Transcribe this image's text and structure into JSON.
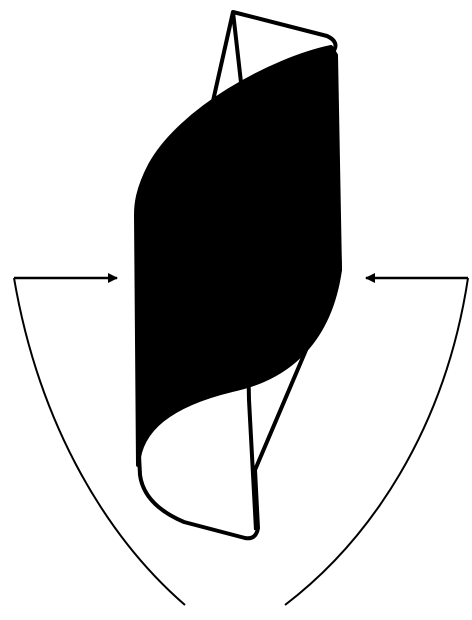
{
  "diagram": {
    "description_icon": "twisted-ribbon-sheet-with-compression-arrows",
    "colors": {
      "background": "#ffffff",
      "stroke": "#000000",
      "ribbon_fill": "#000000",
      "sheet_fill": "#ffffff"
    },
    "elements": [
      {
        "name": "twisted-ribbon-icon"
      },
      {
        "name": "flat-sheet-icon"
      },
      {
        "name": "left-compression-arrow"
      },
      {
        "name": "right-compression-arrow"
      },
      {
        "name": "left-guide-arc"
      },
      {
        "name": "right-guide-arc"
      }
    ]
  }
}
